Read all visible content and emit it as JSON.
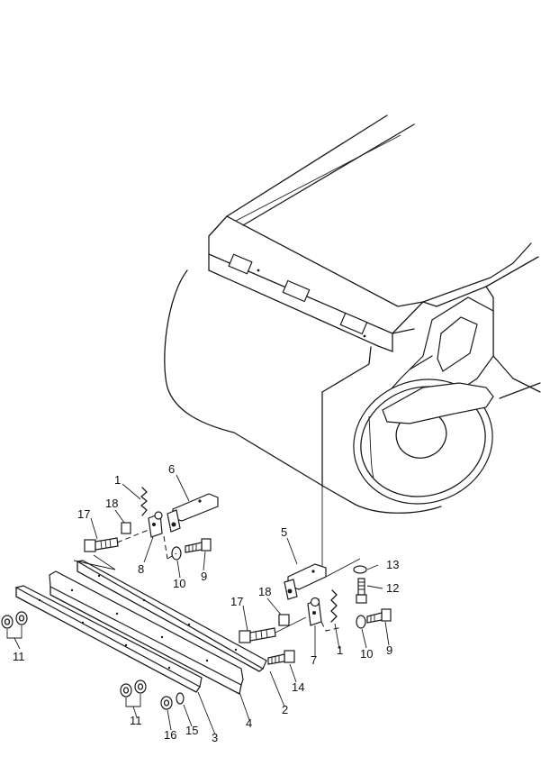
{
  "callouts": [
    {
      "id": "c1a",
      "text": "1"
    },
    {
      "id": "c1b",
      "text": "1"
    },
    {
      "id": "c2",
      "text": "2"
    },
    {
      "id": "c3",
      "text": "3"
    },
    {
      "id": "c4",
      "text": "4"
    },
    {
      "id": "c5",
      "text": "5"
    },
    {
      "id": "c6",
      "text": "6"
    },
    {
      "id": "c7",
      "text": "7"
    },
    {
      "id": "c8",
      "text": "8"
    },
    {
      "id": "c9a",
      "text": "9"
    },
    {
      "id": "c9b",
      "text": "9"
    },
    {
      "id": "c10a",
      "text": "10"
    },
    {
      "id": "c10b",
      "text": "10"
    },
    {
      "id": "c11a",
      "text": "11"
    },
    {
      "id": "c11b",
      "text": "11"
    },
    {
      "id": "c12",
      "text": "12"
    },
    {
      "id": "c13",
      "text": "13"
    },
    {
      "id": "c14",
      "text": "14"
    },
    {
      "id": "c15",
      "text": "15"
    },
    {
      "id": "c16",
      "text": "16"
    },
    {
      "id": "c17a",
      "text": "17"
    },
    {
      "id": "c17b",
      "text": "17"
    },
    {
      "id": "c18a",
      "text": "18"
    },
    {
      "id": "c18b",
      "text": "18"
    }
  ]
}
